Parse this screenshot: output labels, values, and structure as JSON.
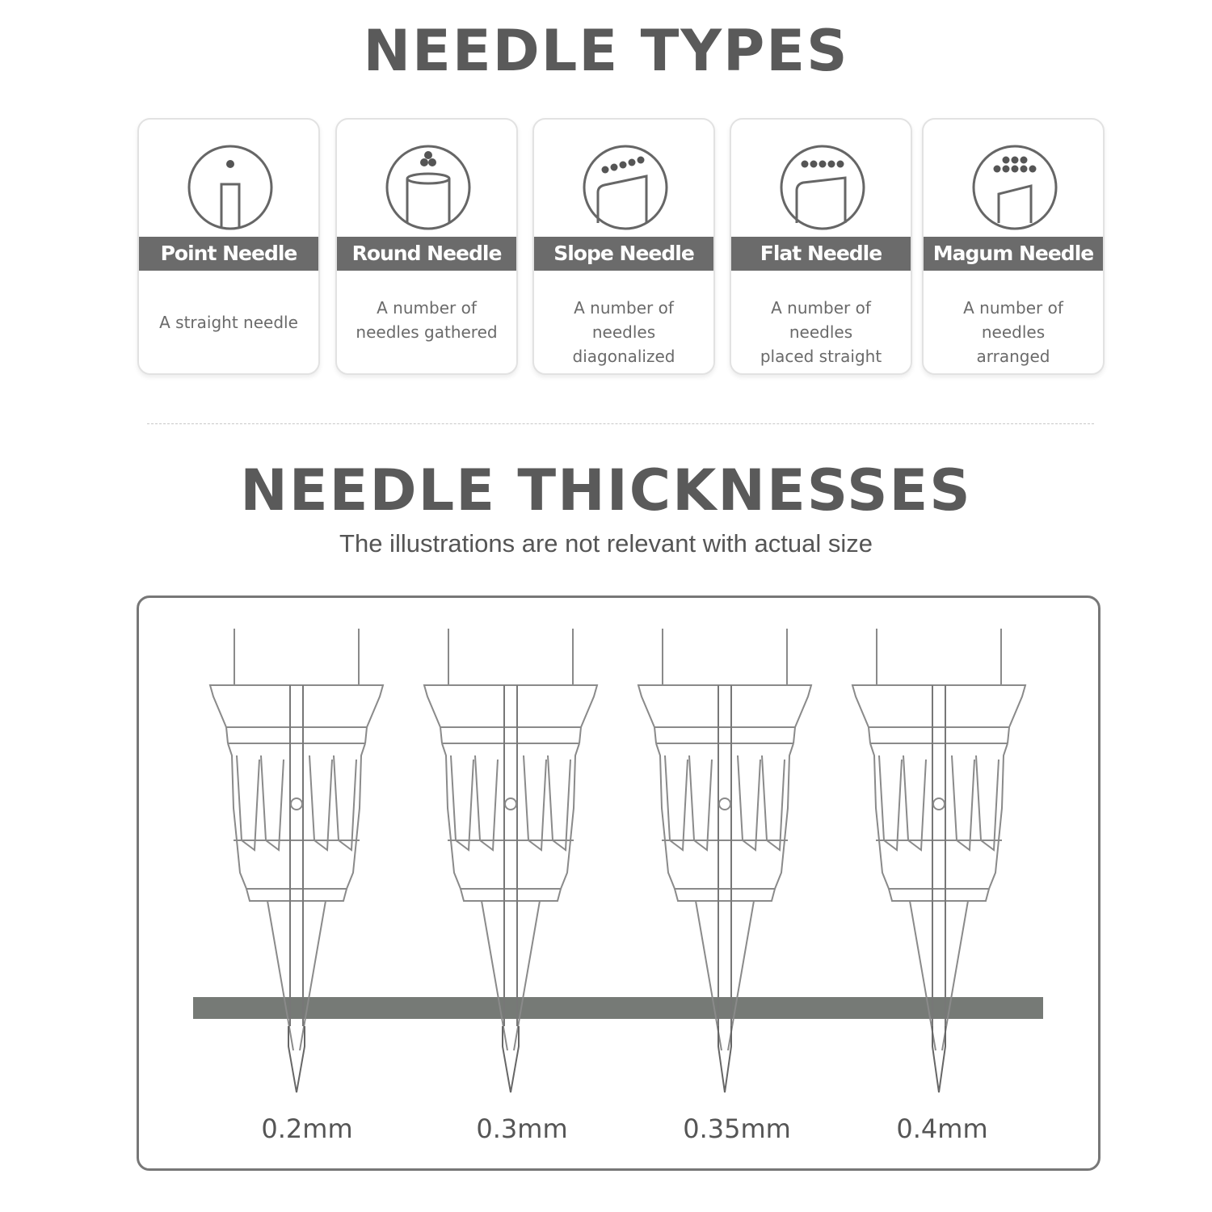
{
  "types_section": {
    "title": "NEEDLE TYPES",
    "cards": [
      {
        "icon": "point-needle-icon",
        "name": "Point Needle",
        "desc_lines": [
          "A straight needle"
        ]
      },
      {
        "icon": "round-needle-icon",
        "name": "Round Needle",
        "desc_lines": [
          "A number of",
          "needles gathered"
        ]
      },
      {
        "icon": "slope-needle-icon",
        "name": "Slope Needle",
        "desc_lines": [
          "A number of needles",
          "diagonalized"
        ]
      },
      {
        "icon": "flat-needle-icon",
        "name": "Flat Needle",
        "desc_lines": [
          "A number of needles",
          "placed straight"
        ]
      },
      {
        "icon": "magum-needle-icon",
        "name": "Magum Needle",
        "desc_lines": [
          "A number of needles",
          "arranged"
        ]
      }
    ]
  },
  "thickness_section": {
    "title": "NEEDLE THICKNESSES",
    "subtitle": "The illustrations are not relevant with actual size",
    "sizes": [
      "0.2mm",
      "0.3mm",
      "0.35mm",
      "0.4mm"
    ]
  },
  "colors": {
    "title": "#5a5a5a",
    "band": "#6b6b6b",
    "skin_bar": "#767a76",
    "outline": "#8a8a8a"
  }
}
